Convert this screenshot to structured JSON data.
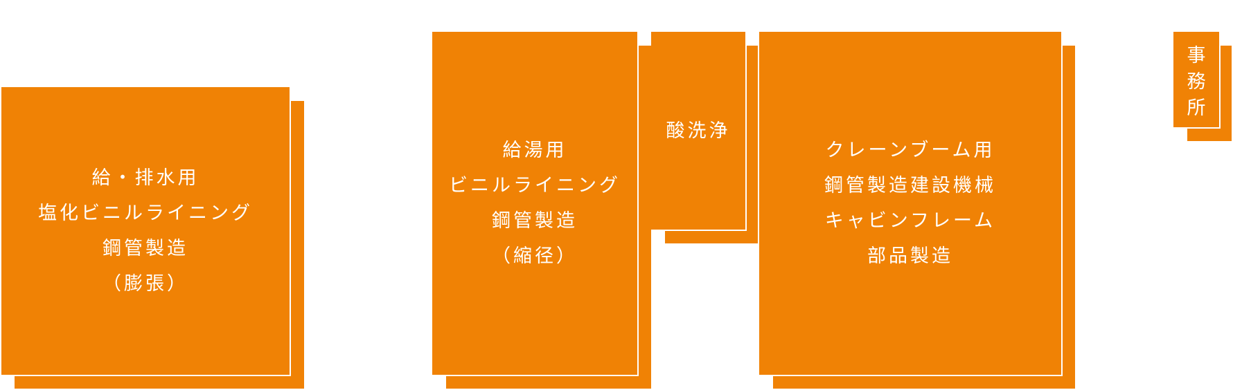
{
  "colors": {
    "block_fill": "#f08205",
    "text": "#ffffff",
    "background": "#ffffff"
  },
  "blocks": [
    {
      "id": "water-supply-drainage",
      "lines": [
        "給・排水用",
        "塩化ビニルライニング",
        "鋼管製造",
        "（膨張）"
      ]
    },
    {
      "id": "hot-water-supply",
      "lines": [
        "給湯用",
        "ビニルライニング",
        "鋼管製造",
        "（縮径）"
      ]
    },
    {
      "id": "pickling",
      "lines": [
        "酸洗浄"
      ]
    },
    {
      "id": "crane-boom",
      "lines": [
        "クレーンブーム用",
        "鋼管製造建設機械",
        "キャビンフレーム",
        "部品製造"
      ]
    },
    {
      "id": "office",
      "lines": [
        "事",
        "務",
        "所"
      ]
    }
  ]
}
